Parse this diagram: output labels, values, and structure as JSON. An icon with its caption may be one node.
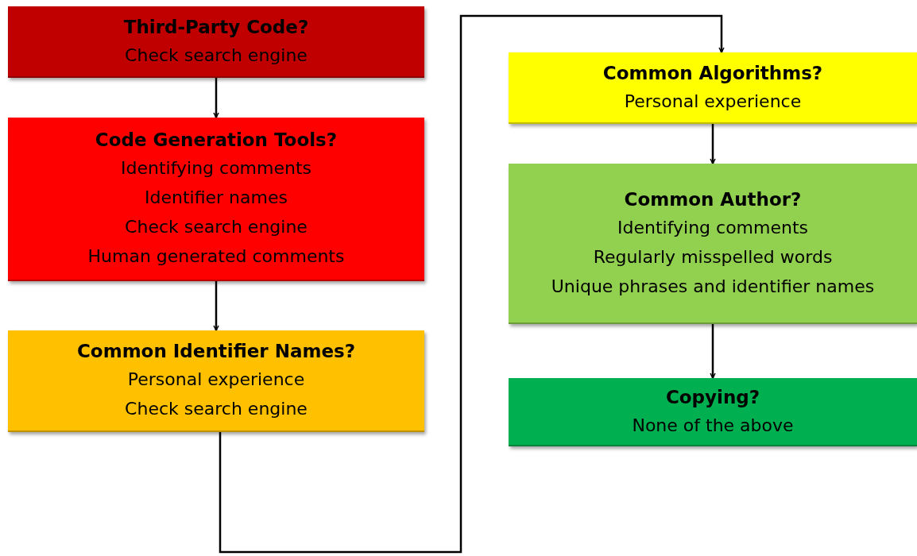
{
  "diagram": {
    "nodes": [
      {
        "text": [
          "Third-Party Code?",
          "Check search engine"
        ]
      },
      {
        "text": [
          "Code Generation Tools?",
          "Identifying comments",
          "Identifier names",
          "Check search engine",
          "Human generated comments"
        ]
      },
      {
        "text": [
          "Common Identifier Names?",
          "Personal experience",
          "Check search engine"
        ]
      },
      {
        "text": [
          "Common Algorithms?",
          "Personal experience"
        ]
      },
      {
        "text": [
          "Common Author?",
          "Identifying comments",
          "Regularly misspelled words",
          "Unique phrases and identifier names"
        ]
      },
      {
        "text": [
          "Copying?",
          "None of the above"
        ]
      }
    ],
    "edges": [
      {
        "from": 0,
        "to": 1,
        "arrow": "to"
      },
      {
        "from": 1,
        "to": 2,
        "arrow": "to"
      },
      {
        "from": 2,
        "to": 3,
        "arrow": "to"
      },
      {
        "from": 3,
        "to": 4,
        "arrow": "to"
      },
      {
        "from": 4,
        "to": 5,
        "arrow": "to"
      }
    ]
  }
}
